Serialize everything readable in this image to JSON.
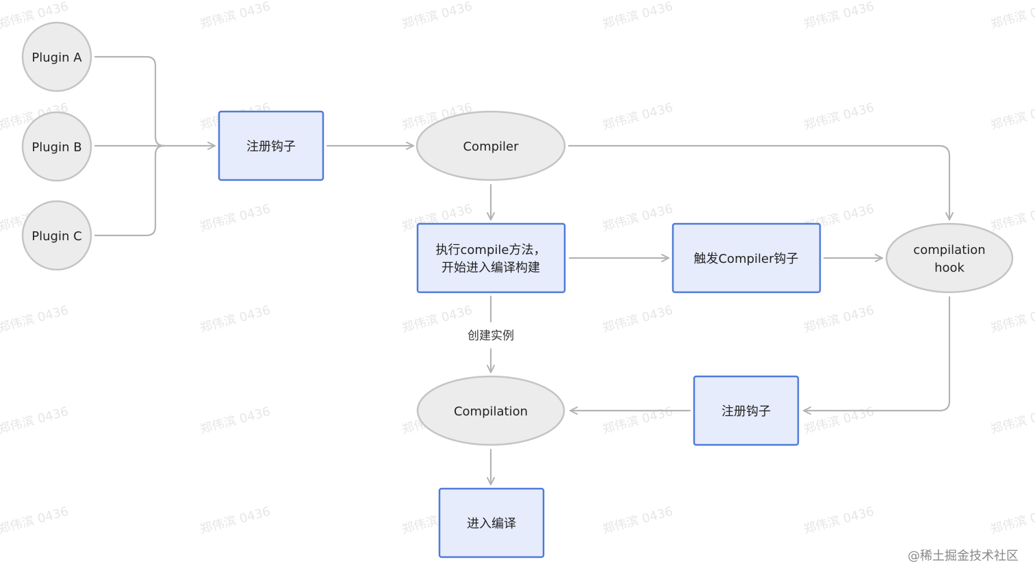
{
  "colors": {
    "box_fill": "#e6ecfc",
    "box_stroke": "#4f7ad8",
    "ellipse_fill": "#ececec",
    "ellipse_stroke": "#c4c4c4",
    "edge": "#b3b3b3"
  },
  "nodes": {
    "plugin_a": "Plugin A",
    "plugin_b": "Plugin B",
    "plugin_c": "Plugin C",
    "register_hook_1": "注册钩子",
    "compiler": "Compiler",
    "execute_compile_line1": "执行compile方法，",
    "execute_compile_line2": "开始进入编译构建",
    "trigger_compiler_hook": "触发Compiler钩子",
    "compilation_hook_line1": "compilation",
    "compilation_hook_line2": "hook",
    "compilation": "Compilation",
    "register_hook_2": "注册钩子",
    "enter_compile": "进入编译"
  },
  "edges": {
    "create_instance_label": "创建实例"
  },
  "watermark": "郑伟滨 0436",
  "footer": "@稀土掘金技术社区"
}
